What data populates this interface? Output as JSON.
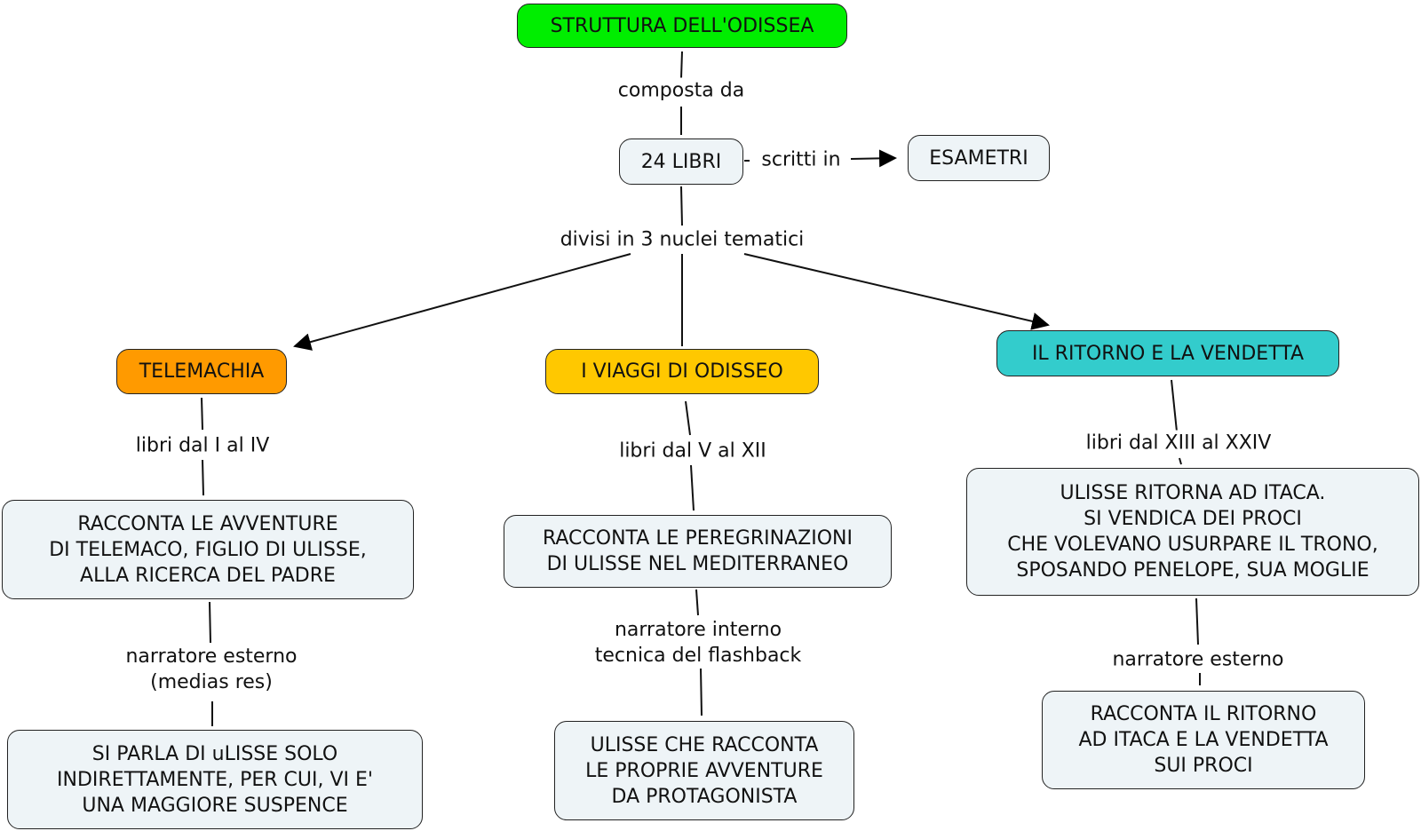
{
  "colors": {
    "root": "#00ee00",
    "telemachia": "#ff9a00",
    "viaggi": "#ffc800",
    "ritorno": "#33cccc",
    "default_node": "#eef4f7"
  },
  "nodes": {
    "root": "STRUTTURA DELL'ODISSEA",
    "libri": "24 LIBRI",
    "esametri": "ESAMETRI",
    "telemachia": "TELEMACHIA",
    "viaggi": "I VIAGGI DI ODISSEO",
    "ritorno": "IL RITORNO E LA VENDETTA",
    "telemachia_desc": "RACCONTA LE AVVENTURE\nDI TELEMACO,  FIGLIO DI ULISSE,\nALLA RICERCA DEL PADRE",
    "telemachia_narr": "SI PARLA DI uLISSE SOLO\nINDIRETTAMENTE, PER CUI, VI E'\nUNA MAGGIORE SUSPENCE",
    "viaggi_desc": "RACCONTA LE PEREGRINAZIONI\nDI ULISSE NEL MEDITERRANEO",
    "viaggi_narr": "ULISSE CHE RACCONTA\nLE PROPRIE AVVENTURE\nDA PROTAGONISTA",
    "ritorno_desc": "ULISSE RITORNA AD ITACA.\nSI VENDICA DEI PROCI\nCHE VOLEVANO USURPARE IL TRONO,\nSPOSANDO PENELOPE, SUA MOGLIE",
    "ritorno_narr": "RACCONTA IL RITORNO\nAD ITACA E LA VENDETTA\nSUI PROCI"
  },
  "links": {
    "composta": "composta da",
    "scritti": "scritti in",
    "divisi": "divisi in 3 nuclei tematici",
    "libri_tele": "libri dal I al IV",
    "libri_viaggi": "libri dal V al XII",
    "libri_ritorno": "libri dal XIII al XXIV",
    "narr_tele": "narratore esterno\n(medias res)",
    "narr_viaggi": "narratore interno\ntecnica del flashback",
    "narr_ritorno": "narratore esterno"
  }
}
